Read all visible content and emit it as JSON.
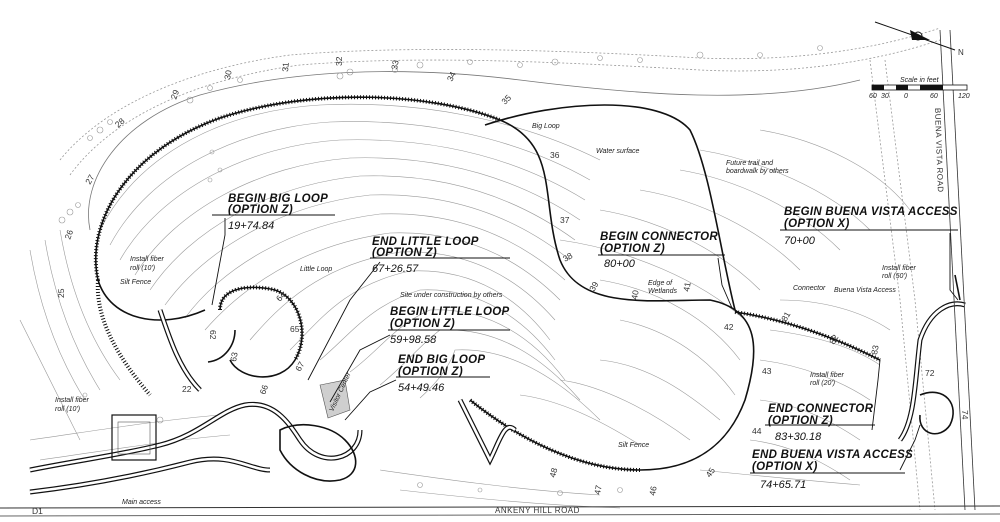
{
  "callouts": {
    "begin_big_loop": {
      "line1": "BEGIN BIG LOOP",
      "line2": "(OPTION Z)",
      "station": "19+74.84"
    },
    "end_little_loop": {
      "line1": "END LITTLE LOOP",
      "line2": "(OPTION Z)",
      "station": "67+26.57"
    },
    "begin_little_loop": {
      "line1": "BEGIN LITTLE LOOP",
      "line2": "(OPTION Z)",
      "station": "59+98.58"
    },
    "end_big_loop": {
      "line1": "END BIG LOOP",
      "line2": "(OPTION Z)",
      "station": "54+49.46"
    },
    "begin_connector": {
      "line1": "BEGIN CONNECTOR",
      "line2": "(OPTION Z)",
      "station": "80+00"
    },
    "begin_buena_vista": {
      "line1": "BEGIN BUENA VISTA ACCESS",
      "line2": "(OPTION X)",
      "station": "70+00"
    },
    "end_connector": {
      "line1": "END CONNECTOR",
      "line2": "(OPTION Z)",
      "station": "83+30.18"
    },
    "end_buena_vista": {
      "line1": "END BUENA VISTA ACCESS",
      "line2": "(OPTION X)",
      "station": "74+65.71"
    }
  },
  "notes": {
    "big_loop": "Big Loop",
    "water_surface": "Water surface",
    "future_trail_1": "Future trail and",
    "future_trail_2": "boardwalk by others",
    "little_loop": "Little Loop",
    "site_construction": "Site under construction by others",
    "install_fiber_10_a1": "Install fiber",
    "install_fiber_10_a2": "roll (10')",
    "silt_fence_left": "Silt Fence",
    "install_fiber_10_b1": "Install fiber",
    "install_fiber_10_b2": "roll (10')",
    "edge_wetlands_1": "Edge of",
    "edge_wetlands_2": "Wetlands",
    "connector": "Connector",
    "buena_vista_access": "Buena Vista Access",
    "install_fiber_50_1": "Install fiber",
    "install_fiber_50_2": "roll (50')",
    "install_fiber_20_1": "Install fiber",
    "install_fiber_20_2": "roll (20')",
    "silt_fence_bottom": "Silt Fence",
    "main_access": "Main access",
    "visitor_center": "Visitor Center"
  },
  "roads": {
    "ankeny_hill": "ANKENY HILL ROAD",
    "buena_vista": "BUENA VISTA ROAD"
  },
  "scale_bar": {
    "title": "Scale in feet",
    "ticks": [
      "60",
      "30",
      "0",
      "60",
      "120"
    ]
  },
  "north_label": "N",
  "station_ticks": [
    "29",
    "30",
    "31",
    "32",
    "33",
    "34",
    "35",
    "36",
    "37",
    "38",
    "39",
    "40",
    "41",
    "42",
    "43",
    "44",
    "45",
    "46",
    "47",
    "48",
    "25",
    "26",
    "27",
    "28",
    "22",
    "62",
    "63",
    "64",
    "65",
    "66",
    "67",
    "81",
    "82",
    "83",
    "72",
    "74",
    "D1"
  ]
}
